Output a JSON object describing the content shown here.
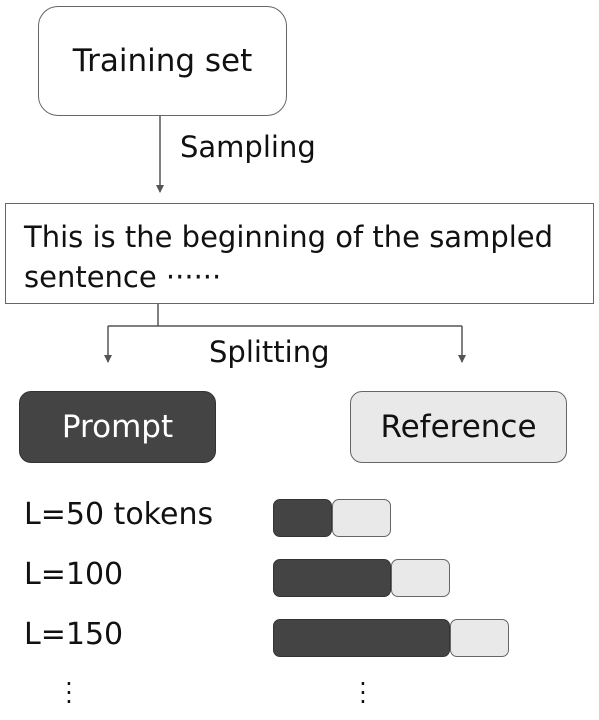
{
  "diagram": {
    "training_set_label": "Training set",
    "sampling_label": "Sampling",
    "sentence_text": "This is the beginning of the sampled sentence ······",
    "splitting_label": "Splitting",
    "prompt_label": "Prompt",
    "reference_label": "Reference",
    "lengths": [
      {
        "label": "L=50 tokens",
        "prompt_tokens": 50
      },
      {
        "label": "L=100",
        "prompt_tokens": 100
      },
      {
        "label": "L=150",
        "prompt_tokens": 150
      }
    ],
    "continuation_dots": "·\n·\n·",
    "colors": {
      "prompt_fill": "#444444",
      "reference_fill": "#e9e9e9",
      "line": "#555555"
    }
  }
}
